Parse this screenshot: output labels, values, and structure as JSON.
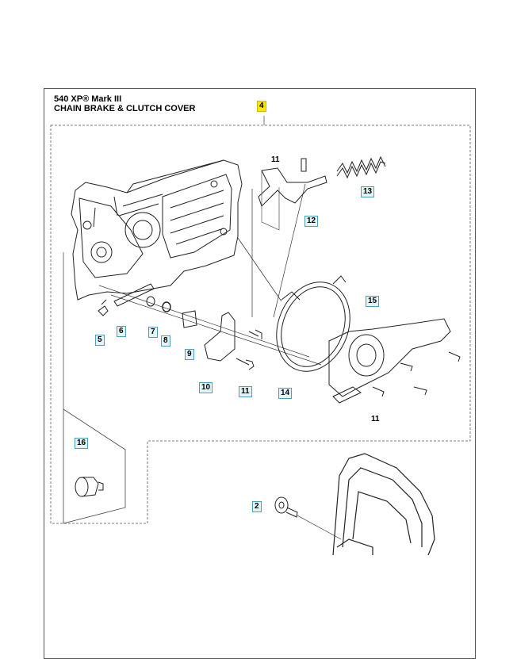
{
  "header": {
    "model": "540 XP® Mark III",
    "section": "CHAIN BRAKE & CLUTCH COVER"
  },
  "callouts": {
    "assembly": "4",
    "p2": "2",
    "p5": "5",
    "p6": "6",
    "p7": "7",
    "p8": "8",
    "p9": "9",
    "p10": "10",
    "p11a": "11",
    "p11b": "11",
    "p11c": "11",
    "p12": "12",
    "p13": "13",
    "p14": "14",
    "p15": "15",
    "p16": "16"
  },
  "colors": {
    "callout_box": "#e4f3f8",
    "callout_border": "#4aa0b8",
    "highlight": "#ffe600"
  }
}
